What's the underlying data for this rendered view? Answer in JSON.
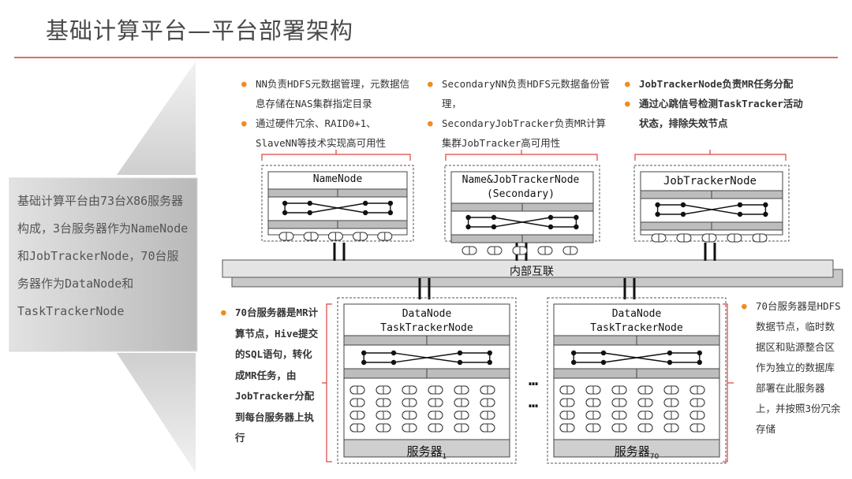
{
  "title": "基础计算平台—平台部署架构",
  "summary": "基础计算平台由73台X86服务器构成，3台服务器作为NameNode和JobTrackerNode，70台服务器作为DataNode和TaskTrackerNode",
  "notes": {
    "namenode": [
      "NN负责HDFS元数据管理，元数据信息存储在NAS集群指定目录",
      "通过硬件冗余、RAID0+1、SlaveNN等技术实现高可用性"
    ],
    "secondary": [
      "SecondaryNN负责HDFS元数据备份管理，",
      "SecondaryJobTracker负责MR计算集群JobTracker高可用性"
    ],
    "jobtracker": [
      "JobTrackerNode负责MR任务分配",
      "通过心跳信号检测TaskTracker活动状态，排除失效节点"
    ],
    "left_bottom": "70台服务器是MR计算节点，Hive提交的SQL语句，转化成MR任务，由JobTracker分配到每台服务器上执行",
    "right_bottom": "70台服务器是HDFS数据节点，临时数据区和贴源整合区作为独立的数据库部署在此服务器上，并按照3份冗余存储"
  },
  "nodes": {
    "namenode": "NameNode",
    "secondary_line1": "Name&JobTrackerNode",
    "secondary_line2": "(Secondary)",
    "jobtracker": "JobTrackerNode"
  },
  "interconnect": "内部互联",
  "data_servers": [
    {
      "line1": "DataNode",
      "line2": "TaskTrackerNode",
      "name": "服务器",
      "sub": "1"
    },
    {
      "line1": "DataNode",
      "line2": "TaskTrackerNode",
      "name": "服务器",
      "sub": "70"
    }
  ],
  "ellipsis": "…",
  "colors": {
    "accent_rule": "#e06b6b",
    "bullet": "#f08c1e",
    "bracket": "#e04040",
    "summary_bg": "#bcbcbc"
  }
}
